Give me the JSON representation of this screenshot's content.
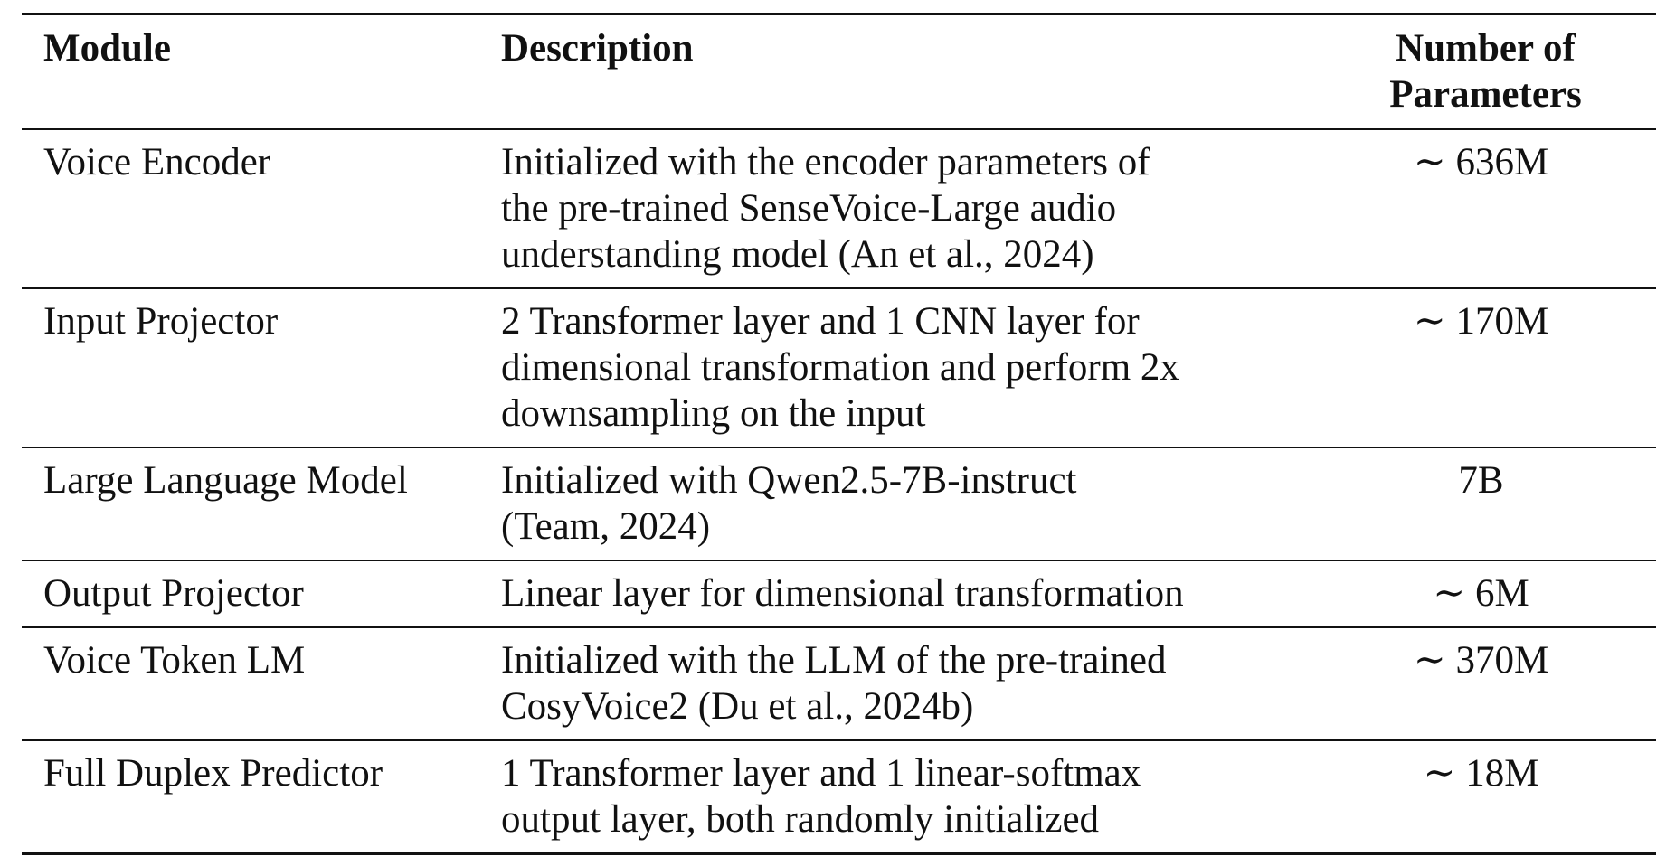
{
  "table": {
    "headers": {
      "module": "Module",
      "description": "Description",
      "params_line1": "Number of",
      "params_line2": "Parameters"
    },
    "rows": [
      {
        "module": "Voice Encoder",
        "description_lines": [
          "Initialized with the encoder parameters of",
          "the pre-trained SenseVoice-Large audio",
          "understanding model (An et al., 2024)"
        ],
        "params": "∼ 636M"
      },
      {
        "module": "Input Projector",
        "description_lines": [
          "2 Transformer layer and 1 CNN layer for",
          "dimensional transformation and perform 2x",
          "downsampling on the input"
        ],
        "params": "∼ 170M"
      },
      {
        "module": "Large Language Model",
        "description_lines": [
          "Initialized with Qwen2.5-7B-instruct",
          "(Team, 2024)"
        ],
        "params": "7B"
      },
      {
        "module": "Output Projector",
        "description_lines": [
          "Linear layer for dimensional transformation"
        ],
        "params": "∼ 6M"
      },
      {
        "module": "Voice Token LM",
        "description_lines": [
          "Initialized with the LLM of the pre-trained",
          "CosyVoice2 (Du et al., 2024b)"
        ],
        "params": "∼ 370M"
      },
      {
        "module": "Full Duplex Predictor",
        "description_lines": [
          "1 Transformer layer and 1 linear-softmax",
          "output layer, both randomly initialized"
        ],
        "params": "∼ 18M"
      }
    ]
  }
}
